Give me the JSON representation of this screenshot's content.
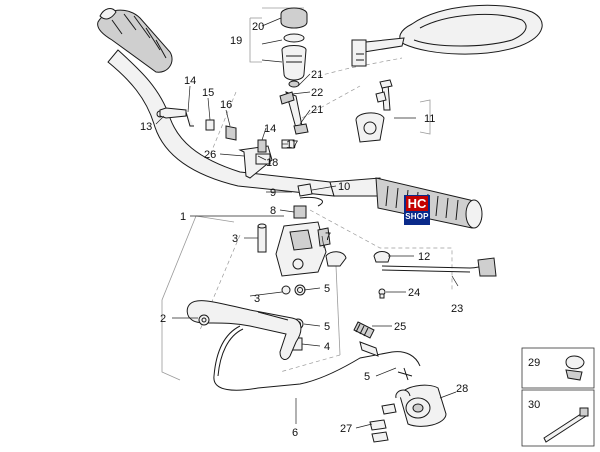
{
  "diagram": {
    "callouts": {
      "c1": "1",
      "c2": "2",
      "c3a": "3",
      "c3b": "3",
      "c4": "4",
      "c5a": "5",
      "c5b": "5",
      "c5c": "5",
      "c6": "6",
      "c7": "7",
      "c8": "8",
      "c9": "9",
      "c10": "10",
      "c11": "11",
      "c12": "12",
      "c13": "13",
      "c14a": "14",
      "c14b": "14",
      "c15": "15",
      "c16": "16",
      "c17": "17",
      "c18": "18",
      "c19": "19",
      "c20": "20",
      "c21a": "21",
      "c21b": "21",
      "c22": "22",
      "c23": "23",
      "c24": "24",
      "c25": "25",
      "c26": "26",
      "c27": "27",
      "c28": "28",
      "c29": "29",
      "c30": "30"
    },
    "watermark": {
      "line1": "HC",
      "line2": "SHOP"
    }
  }
}
